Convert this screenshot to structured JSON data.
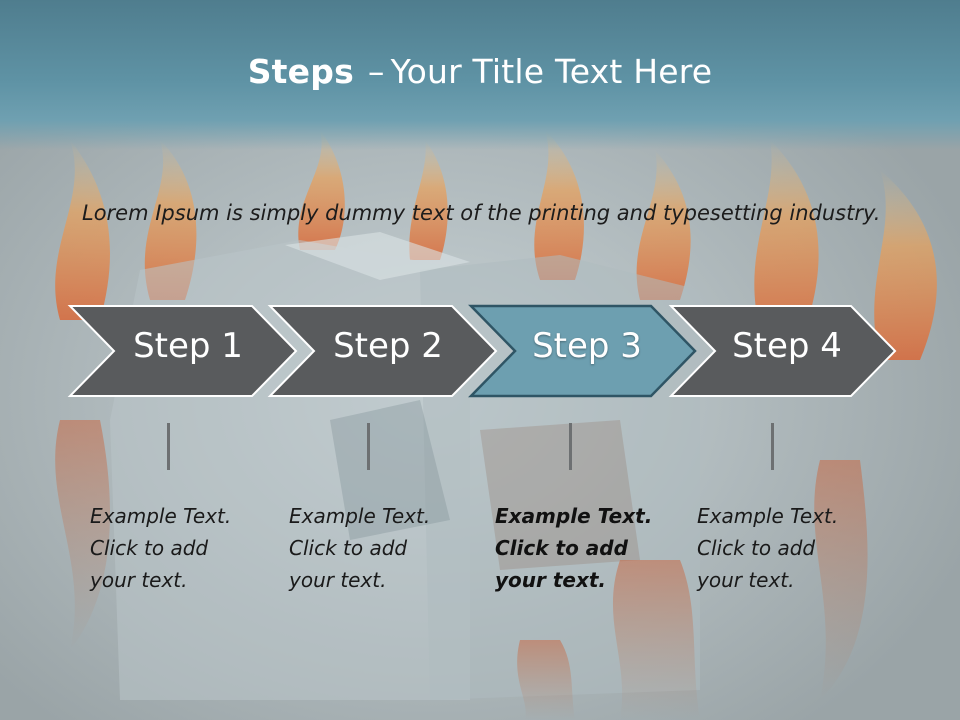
{
  "slide": {
    "title_bold": "Steps",
    "title_separator": "–",
    "title_rest": "Your Title Text Here",
    "intro": "Lorem Ipsum is simply dummy text of the printing and typesetting industry."
  },
  "steps": [
    {
      "label": "Step 1",
      "active": false,
      "caption": [
        "Example Text.",
        "Click  to add",
        "your text."
      ]
    },
    {
      "label": "Step 2",
      "active": false,
      "caption": [
        "Example Text.",
        "Click  to add",
        "your text."
      ]
    },
    {
      "label": "Step 3",
      "active": true,
      "caption": [
        "Example Text.",
        "Click  to add",
        "your text."
      ]
    },
    {
      "label": "Step 4",
      "active": false,
      "caption": [
        "Example Text.",
        "Click  to add",
        "your text."
      ]
    }
  ],
  "colors": {
    "title_band": "#5f93a5",
    "step_fill": "#595b5d",
    "step_active_fill": "#6d9fb0",
    "step_active_border": "#2f5565",
    "connector": "#6d7072"
  }
}
